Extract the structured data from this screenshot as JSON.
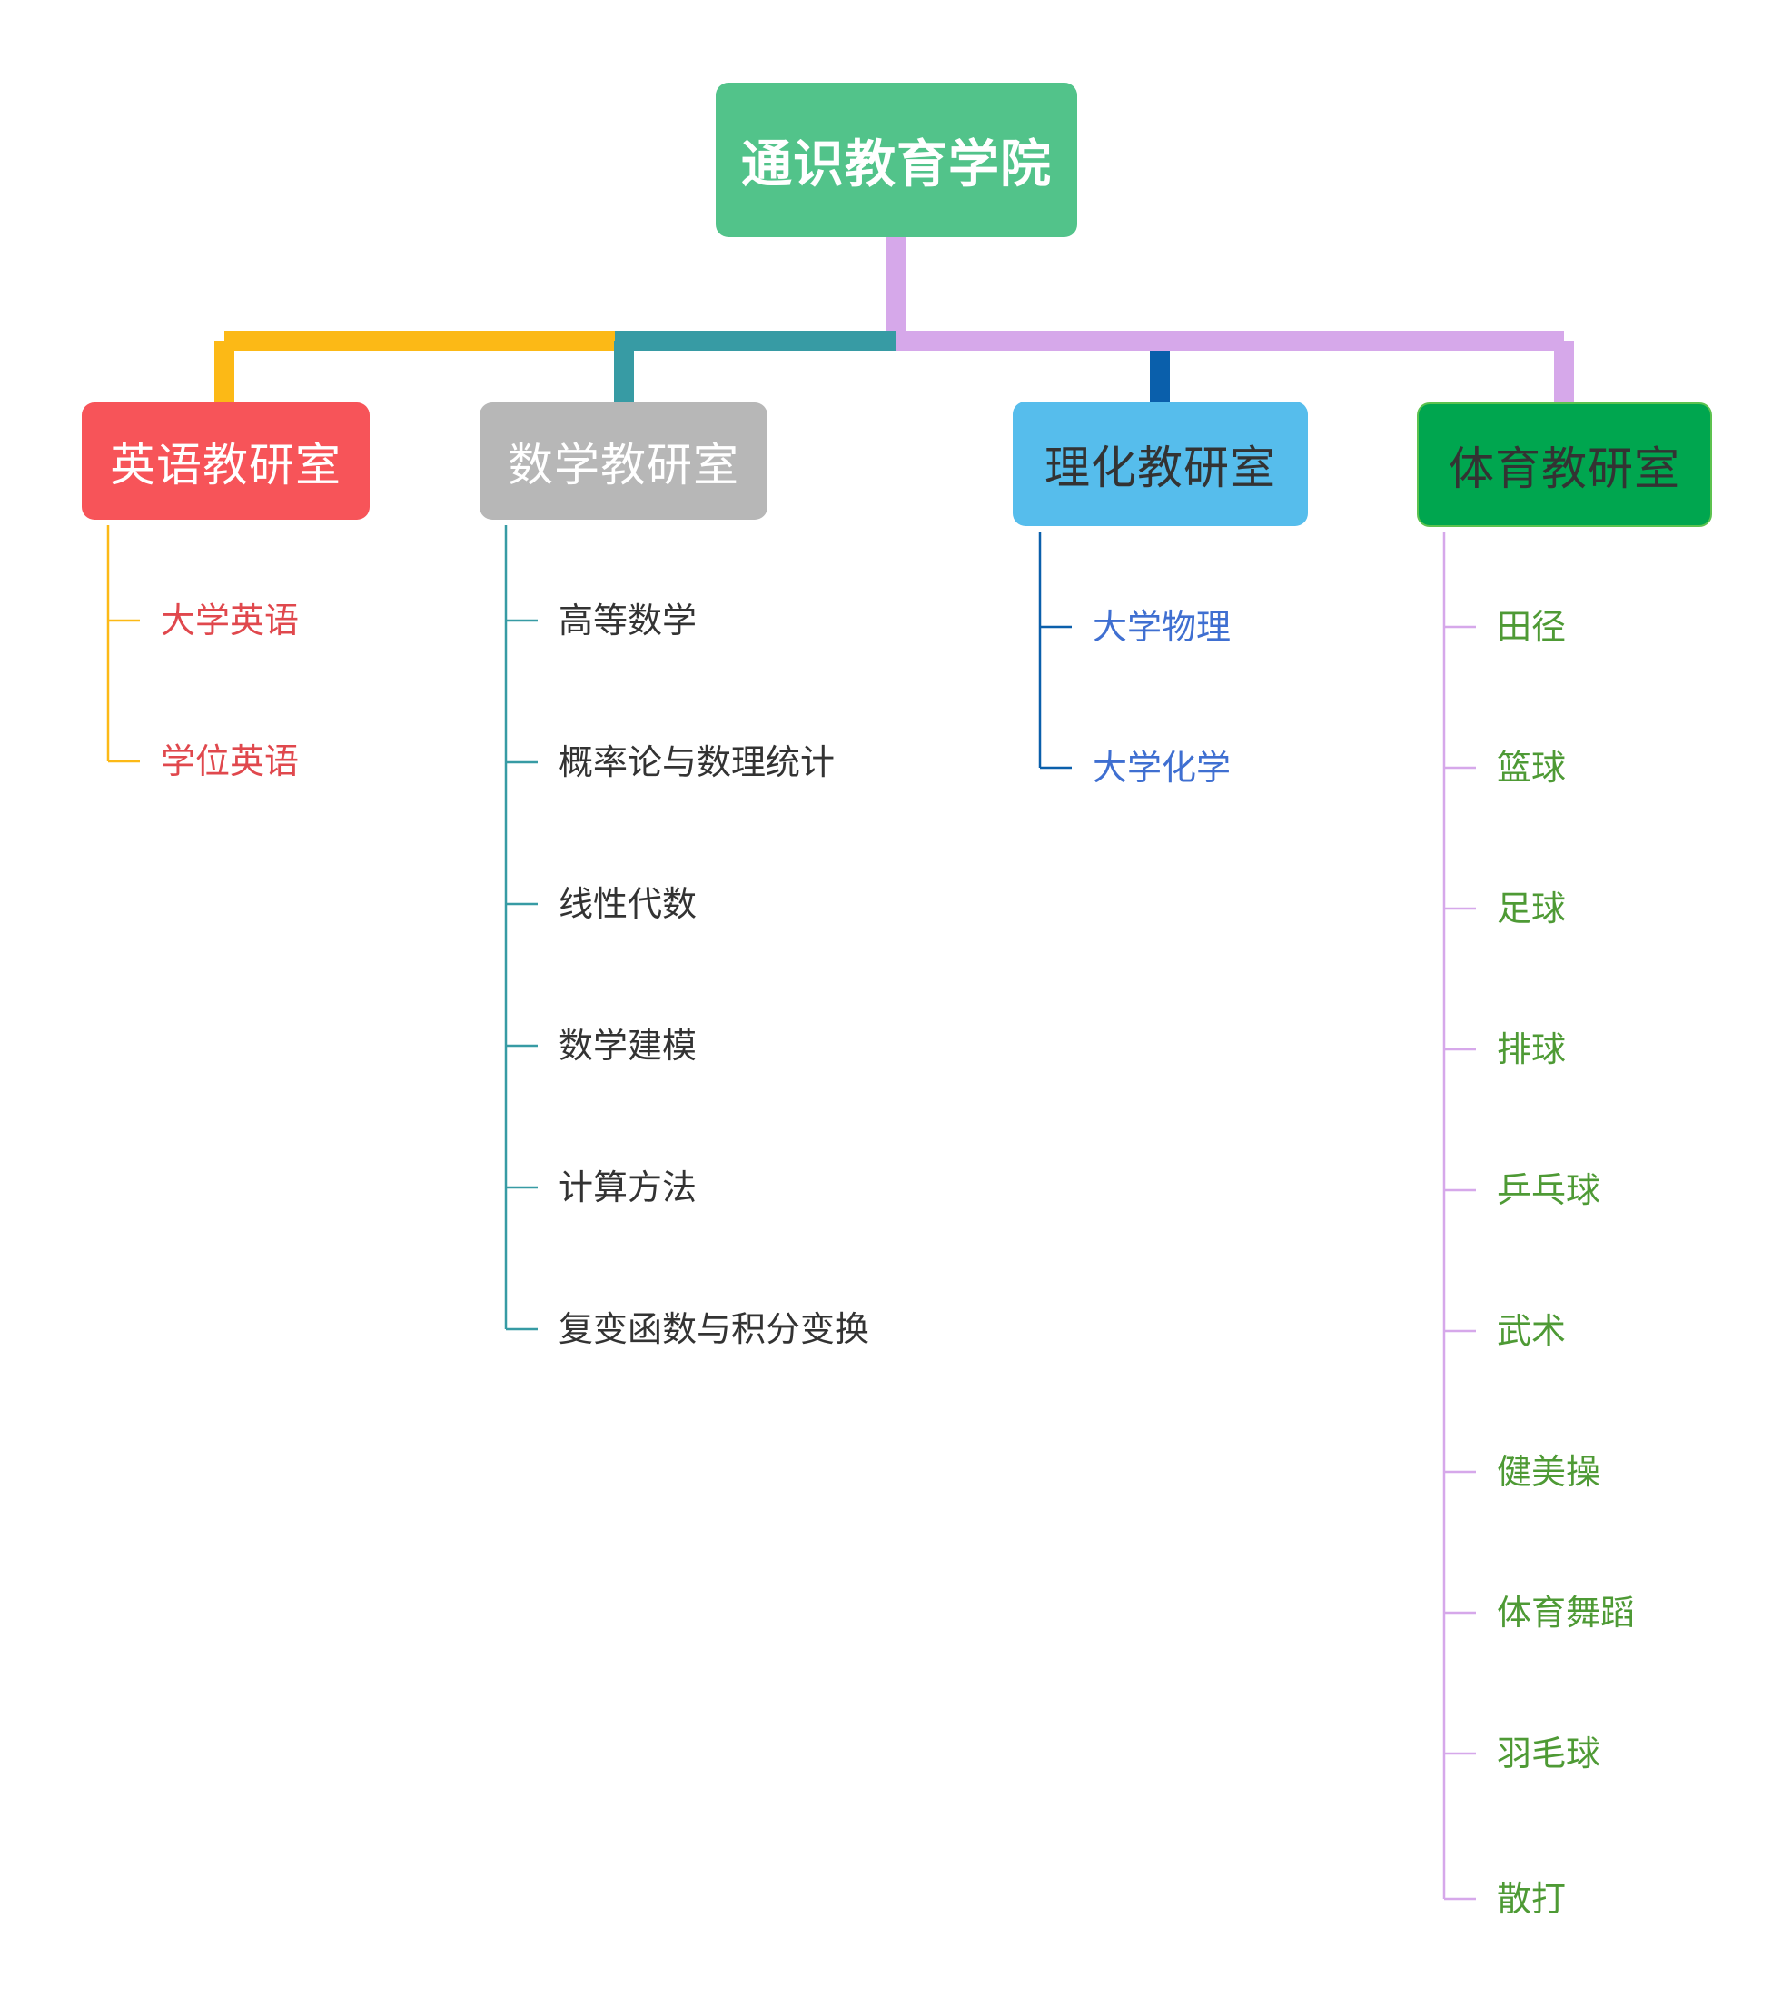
{
  "root": {
    "label": "通识教育学院",
    "color": "#52c38a"
  },
  "branches": [
    {
      "label": "英语教研室",
      "box_color": "#f75459",
      "text_color": "#ffffff",
      "line_color": "#fcb916",
      "item_color": "#e0484d",
      "items": [
        "大学英语",
        "学位英语"
      ]
    },
    {
      "label": "数学教研室",
      "box_color": "#b7b7b7",
      "text_color": "#ffffff",
      "line_color": "#379ba4",
      "item_color": "#333333",
      "items": [
        "高等数学",
        "概率论与数理统计",
        "线性代数",
        "数学建模",
        "计算方法",
        "复变函数与积分变换"
      ]
    },
    {
      "label": "理化教研室",
      "box_color": "#56bdec",
      "text_color": "#333333",
      "line_color": "#0a5fab",
      "item_color": "#3f6fd1",
      "items": [
        "大学物理",
        "大学化学"
      ]
    },
    {
      "label": "体育教研室",
      "box_color": "#00a64f",
      "text_color": "#333333",
      "line_color": "#d6a8ea",
      "item_color": "#4e9a35",
      "items": [
        "田径",
        "篮球",
        "足球",
        "排球",
        "乒乓球",
        "武术",
        "健美操",
        "体育舞蹈",
        "羽毛球",
        "散打"
      ]
    }
  ]
}
